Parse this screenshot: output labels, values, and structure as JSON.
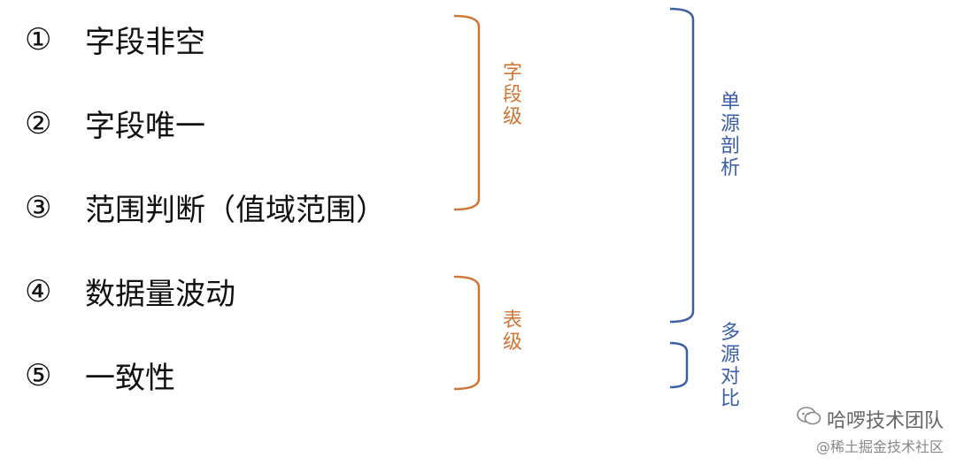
{
  "items": [
    {
      "num": "①",
      "text": "字段非空"
    },
    {
      "num": "②",
      "text": "字段唯一"
    },
    {
      "num": "③",
      "text": "范围判断（值域范围）"
    },
    {
      "num": "④",
      "text": "数据量波动"
    },
    {
      "num": "⑤",
      "text": "一致性"
    }
  ],
  "labels": {
    "field_level": [
      "字",
      "段",
      "级"
    ],
    "table_level": [
      "表",
      "级"
    ],
    "single_source": [
      "单",
      "源",
      "剖",
      "析"
    ],
    "multi_source": [
      "多",
      "源",
      "对",
      "比"
    ]
  },
  "colors": {
    "orange": "#d07634",
    "blue": "#3a5fa6"
  },
  "watermark": {
    "icon": "wechat-icon",
    "title": "哈啰技术团队",
    "subtitle": "@稀土掘金技术社区"
  }
}
